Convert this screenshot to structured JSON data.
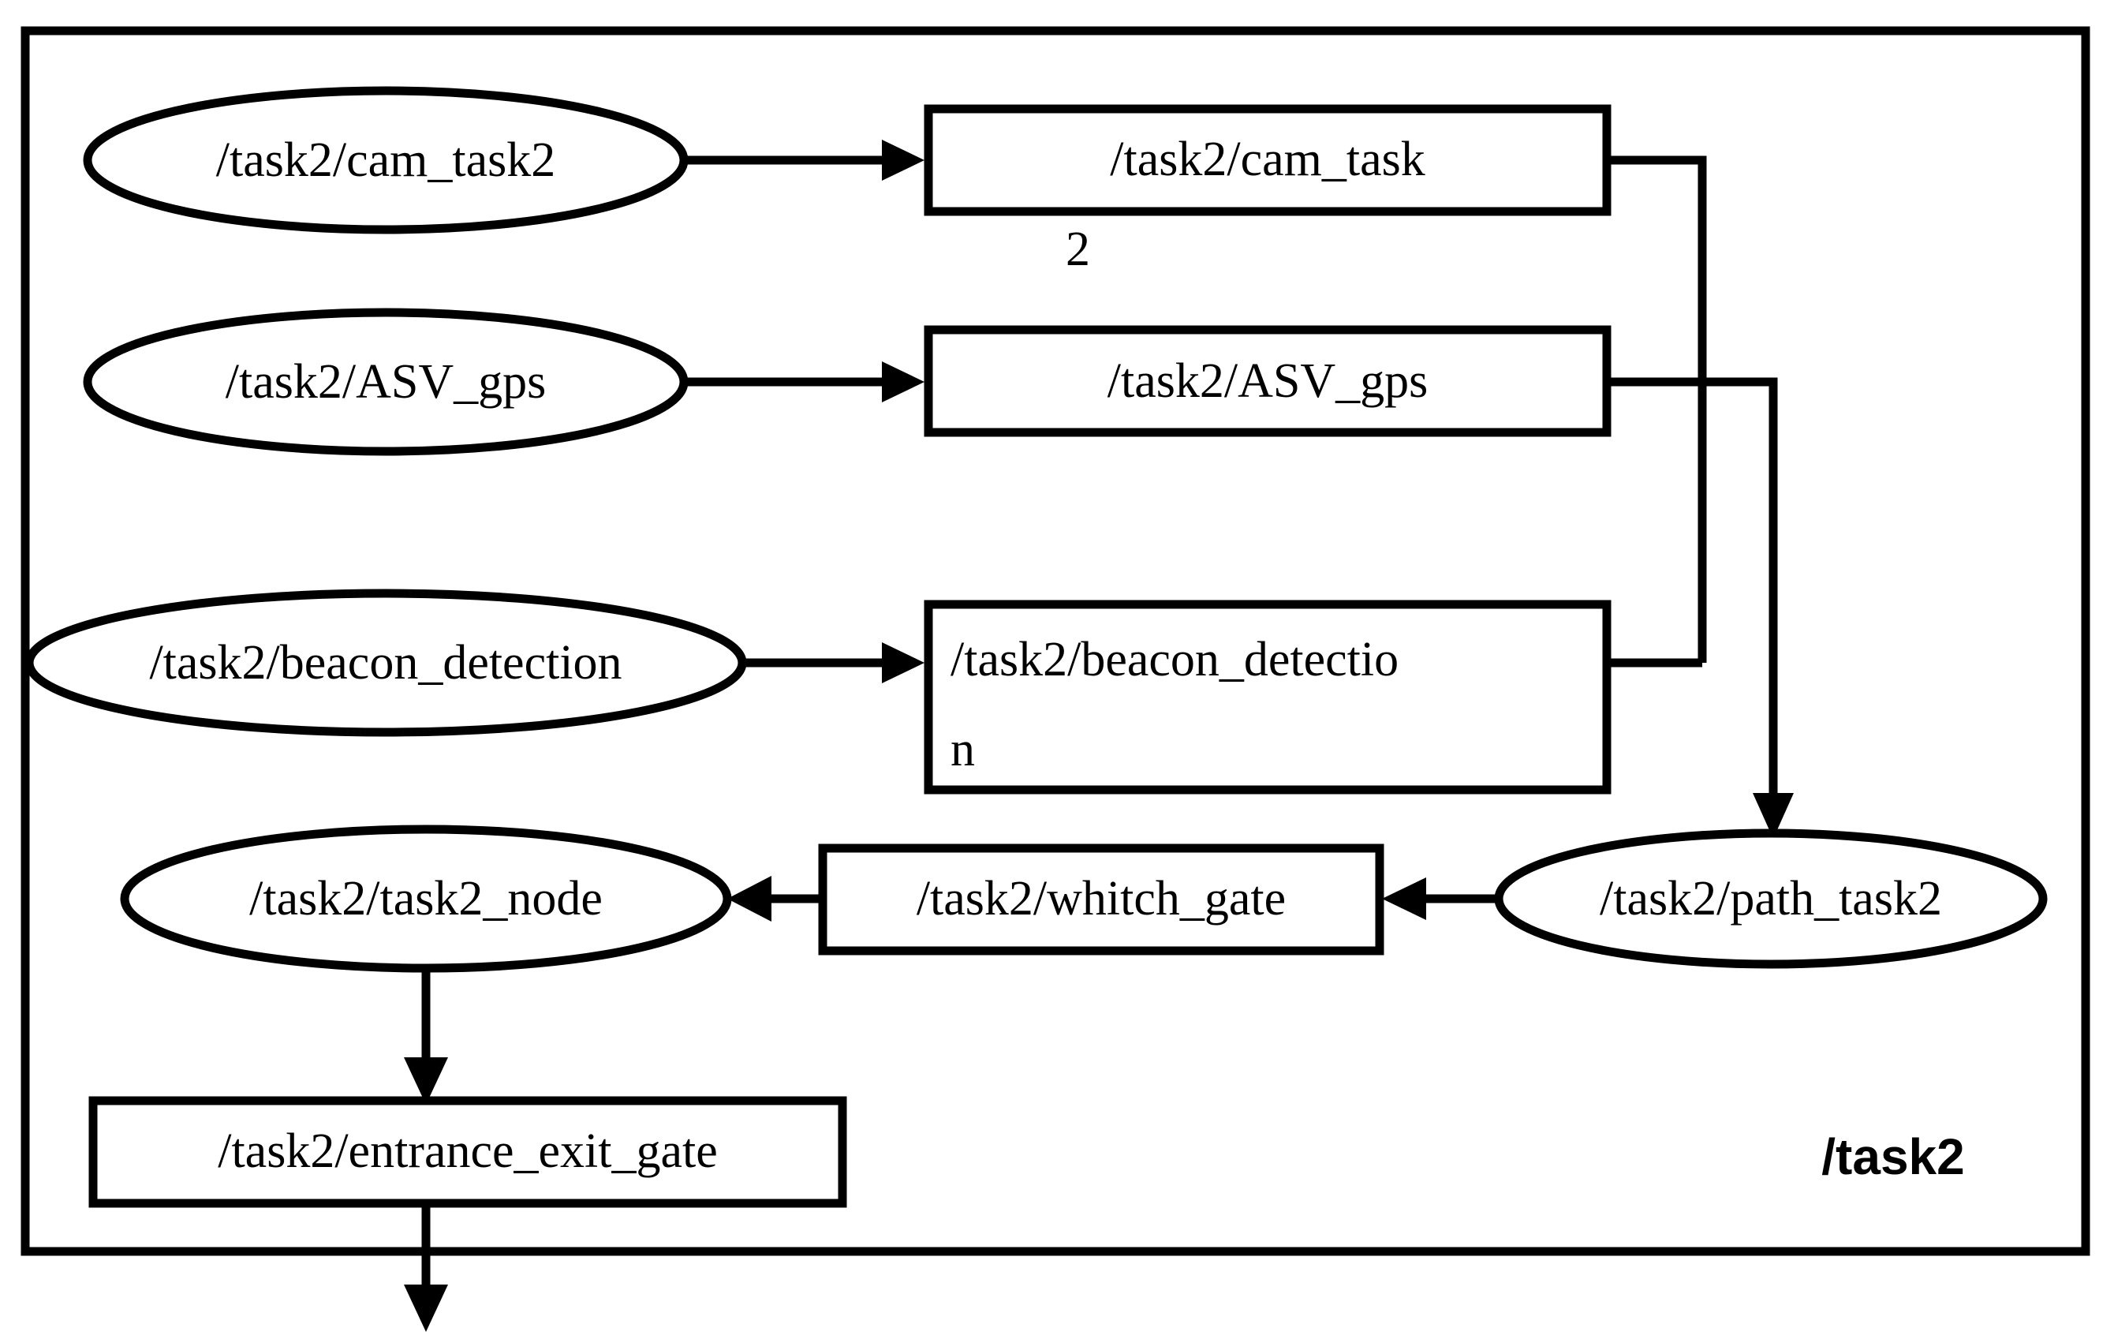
{
  "diagram": {
    "type": "ros-node-graph",
    "title_label": "/task2",
    "cluster": {
      "name": "task2-cluster",
      "label": "/task2",
      "label_style": "bold-sans"
    },
    "topics": [
      {
        "id": "topic-cam-task2",
        "label": "/task2/cam_task2",
        "shape": "ellipse"
      },
      {
        "id": "topic-asv-gps",
        "label": "/task2/ASV_gps",
        "shape": "ellipse"
      },
      {
        "id": "topic-beacon-detection",
        "label": "/task2/beacon_detection",
        "shape": "ellipse"
      },
      {
        "id": "topic-task2-node",
        "label": "/task2/task2_node",
        "shape": "ellipse"
      },
      {
        "id": "topic-path-task2",
        "label": "/task2/path_task2",
        "shape": "ellipse"
      }
    ],
    "nodes": [
      {
        "id": "node-cam-task2",
        "shape": "box",
        "lines": [
          "/task2/cam_task",
          "2"
        ]
      },
      {
        "id": "node-asv-gps",
        "shape": "box",
        "lines": [
          "/task2/ASV_gps"
        ]
      },
      {
        "id": "node-beacon-detection",
        "shape": "box",
        "lines": [
          "/task2/beacon_detectio",
          "n"
        ]
      },
      {
        "id": "node-whitch-gate",
        "shape": "box",
        "lines": [
          "/task2/whitch_gate"
        ]
      },
      {
        "id": "node-entrance-exit-gate",
        "shape": "box",
        "lines": [
          "/task2/entrance_exit_gate"
        ]
      }
    ],
    "edges": [
      {
        "from": "topic-cam-task2",
        "to": "node-cam-task2",
        "arrow": "right"
      },
      {
        "from": "topic-asv-gps",
        "to": "node-asv-gps",
        "arrow": "right"
      },
      {
        "from": "topic-beacon-detection",
        "to": "node-beacon-detection",
        "arrow": "right"
      },
      {
        "from": "node-cam-task2",
        "to": "topic-path-task2",
        "arrow": "down"
      },
      {
        "from": "node-asv-gps",
        "to": "topic-path-task2",
        "arrow": "down"
      },
      {
        "from": "node-beacon-detection",
        "to": "topic-path-task2",
        "arrow": "down"
      },
      {
        "from": "topic-path-task2",
        "to": "node-whitch-gate",
        "arrow": "left"
      },
      {
        "from": "node-whitch-gate",
        "to": "topic-task2-node",
        "arrow": "left"
      },
      {
        "from": "topic-task2-node",
        "to": "node-entrance-exit-gate",
        "arrow": "down"
      },
      {
        "from": "node-entrance-exit-gate",
        "to": "external",
        "arrow": "down"
      }
    ],
    "colors": {
      "stroke": "#000000",
      "fill": "#ffffff",
      "background": "#ffffff"
    }
  }
}
